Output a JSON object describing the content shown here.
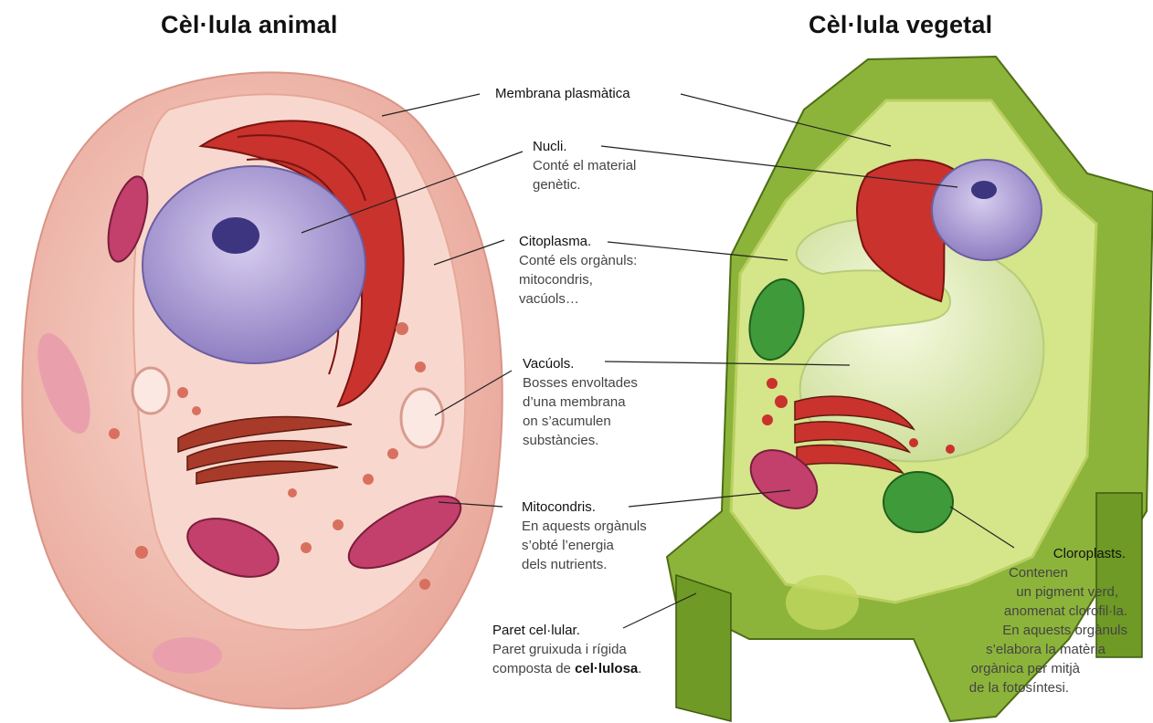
{
  "titles": {
    "animal": "Cèl·lula animal",
    "plant": "Cèl·lula vegetal"
  },
  "labels": {
    "membrana": {
      "head": "Membrana plasmàtica"
    },
    "nucli": {
      "head": "Nucli.",
      "desc1": "Conté el material",
      "desc2": "genètic."
    },
    "citoplasma": {
      "head": "Citoplasma.",
      "desc1": "Conté els orgànuls:",
      "desc2": "mitocondris,",
      "desc3": "vacúols…"
    },
    "vacuols": {
      "head": "Vacúols.",
      "desc1": "Bosses envoltades",
      "desc2": "d’una membrana",
      "desc3": "on s’acumulen",
      "desc4": "substàncies."
    },
    "mitocondris": {
      "head": "Mitocondris.",
      "desc1": "En aquests orgànuls",
      "desc2": "s’obté l’energia",
      "desc3": "dels nutrients."
    },
    "paret": {
      "head": "Paret cel·lular.",
      "desc1": "Paret gruixuda i rígida",
      "desc2a": "composta de ",
      "desc2b": "cel·lulosa",
      "desc2c": "."
    },
    "cloroplasts": {
      "head": "Cloroplasts.",
      "desc1": "Contenen",
      "desc2": "un pigment verd,",
      "desc3": "anomenat clorofil·la.",
      "desc4": "En aquests orgànuls",
      "desc5": "s’elabora la matèria",
      "desc6": "orgànica per mitjà",
      "desc7": "de la fotosíntesi."
    }
  },
  "colors": {
    "animal_cell": "#f2bfb4",
    "animal_cytoplasm": "#f7d3c8",
    "nucleus": "#b5a6d6",
    "nucleolus": "#3d3580",
    "er": "#c9322d",
    "mitochondria": "#c2406b",
    "plant_wall": "#7faa2e",
    "plant_cytoplasm": "#d5e58a",
    "chloroplast": "#3f9a3a",
    "vacuole": "#e6f0c0"
  }
}
